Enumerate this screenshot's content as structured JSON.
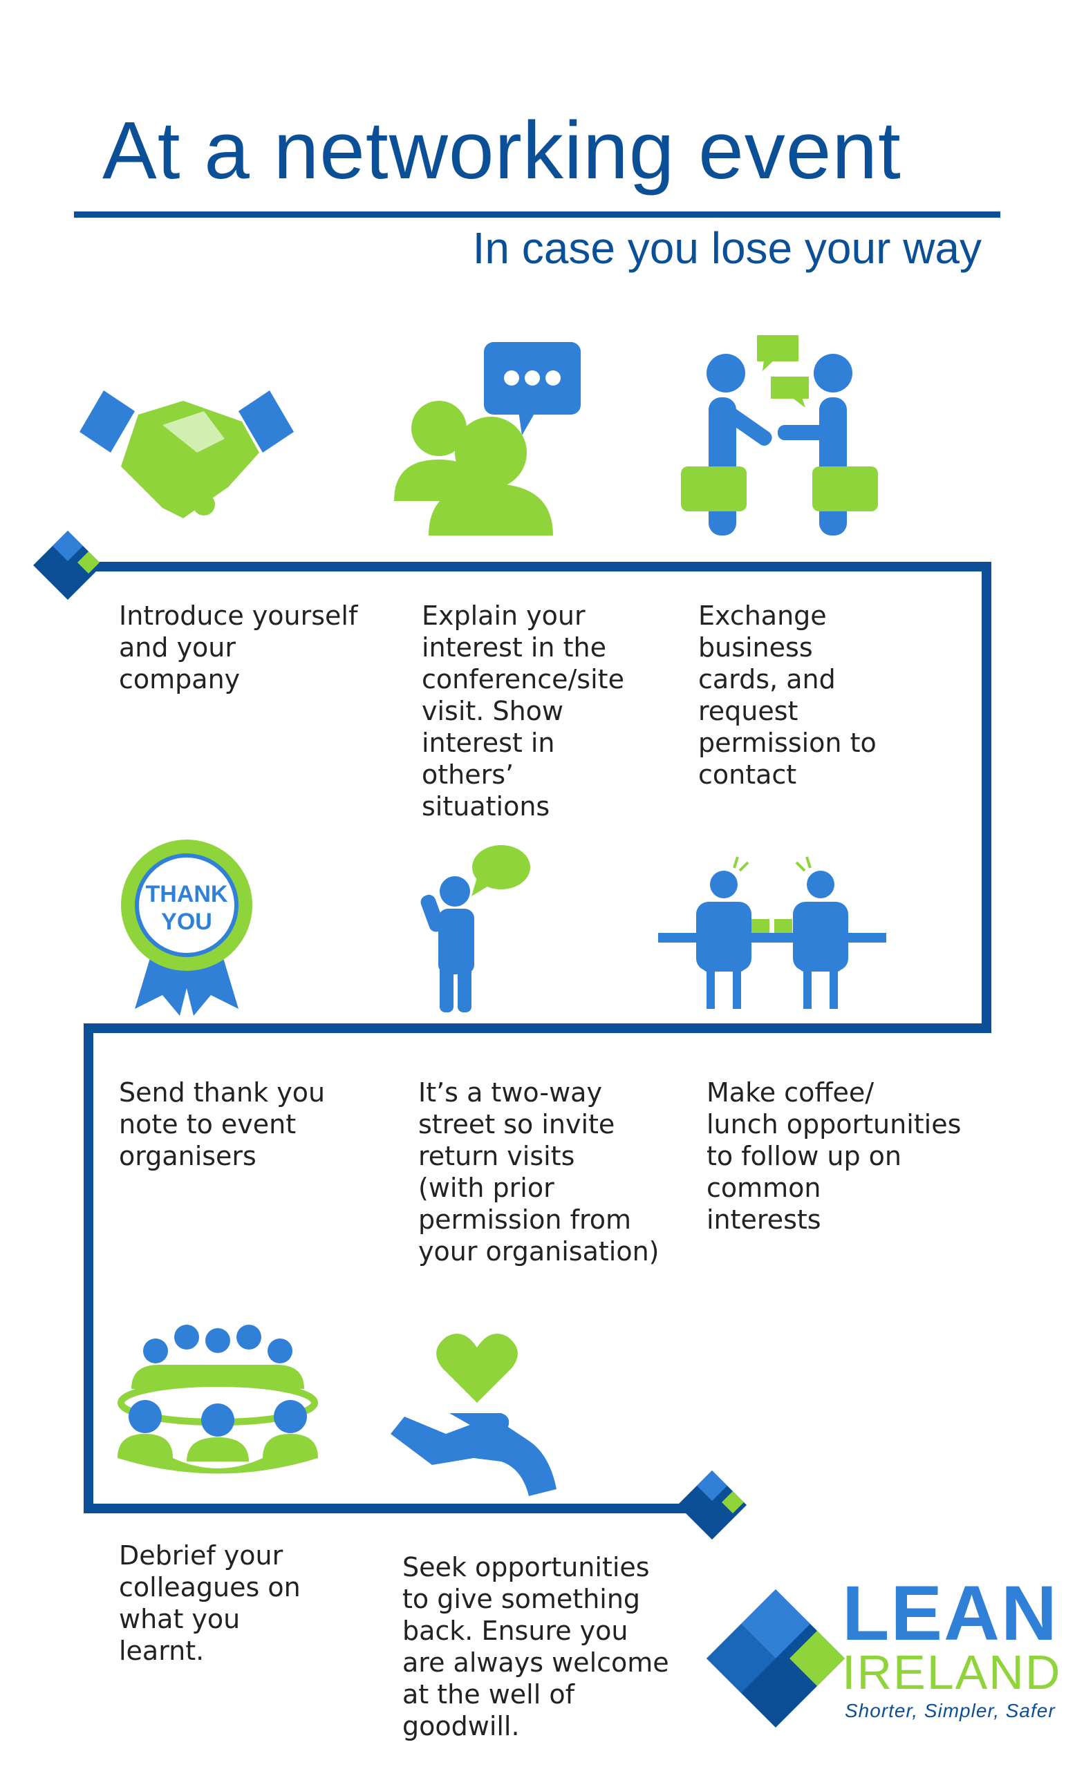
{
  "header": {
    "title": "At a networking event",
    "subtitle": "In case you lose your way"
  },
  "steps": [
    {
      "text": "Introduce yourself\nand your\ncompany",
      "icon": "handshake-icon"
    },
    {
      "text": "Explain your\ninterest in the\nconference/site\nvisit. Show\ninterest in\nothers’\nsituations",
      "icon": "chat-people-icon"
    },
    {
      "text": "Exchange\nbusiness\ncards, and\nrequest\npermission to\ncontact",
      "icon": "exchange-talk-icon"
    },
    {
      "text": "Send thank you\nnote to event\norganisers",
      "icon": "thank-you-badge-icon"
    },
    {
      "text": "It’s a two-way\nstreet so invite\nreturn visits\n(with prior\npermission from\nyour organisation)",
      "icon": "phone-call-icon"
    },
    {
      "text": "Make coffee/\nlunch opportunities\nto follow up on\ncommon\ninterests",
      "icon": "coffee-meeting-icon"
    },
    {
      "text": "Debrief your\ncolleagues on\nwhat you\nlearnt.",
      "icon": "team-meeting-icon"
    },
    {
      "text": "Seek opportunities\nto give something\nback. Ensure you\nare always welcome\nat the well of\ngoodwill.",
      "icon": "heart-hand-icon"
    }
  ],
  "badge": {
    "line1": "THANK",
    "line2": "YOU"
  },
  "logo": {
    "word1": "LEAN",
    "word2": "IRELAND",
    "tagline": "Shorter, Simpler, Safer"
  },
  "colors": {
    "navy": "#0b4f96",
    "blue": "#2f80d6",
    "green": "#8ed43a",
    "text": "#222222"
  }
}
